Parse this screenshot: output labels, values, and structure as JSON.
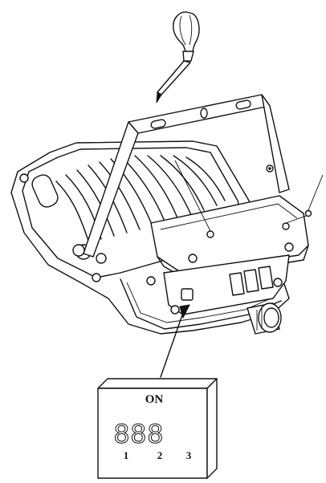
{
  "figure": {
    "dip_switch": {
      "on_label": "ON",
      "segment_glyphs": "888",
      "positions": [
        "1",
        "2",
        "3"
      ]
    },
    "icons": [
      "screwdriver-icon",
      "pointer-arrow-icon"
    ]
  }
}
